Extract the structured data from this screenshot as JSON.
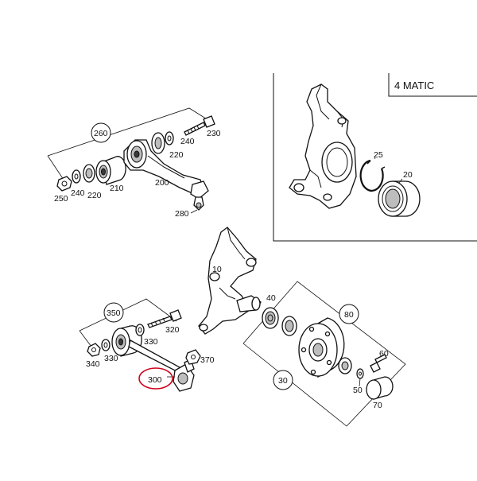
{
  "inset": {
    "title": "4 MATIC"
  },
  "labels": {
    "p10": "10",
    "p20": "20",
    "p25": "25",
    "p30": "30",
    "p40": "40",
    "p50": "50",
    "p60": "60",
    "p70": "70",
    "p80": "80",
    "p200": "200",
    "p210": "210",
    "p220a": "220",
    "p220b": "220",
    "p230": "230",
    "p240a": "240",
    "p240b": "240",
    "p250": "250",
    "p260": "260",
    "p280": "280",
    "p300": "300",
    "p320": "320",
    "p330a": "330",
    "p330b": "330",
    "p340": "340",
    "p350": "350",
    "p370": "370"
  },
  "highlight": {
    "part": "300",
    "color": "#d0021b"
  }
}
